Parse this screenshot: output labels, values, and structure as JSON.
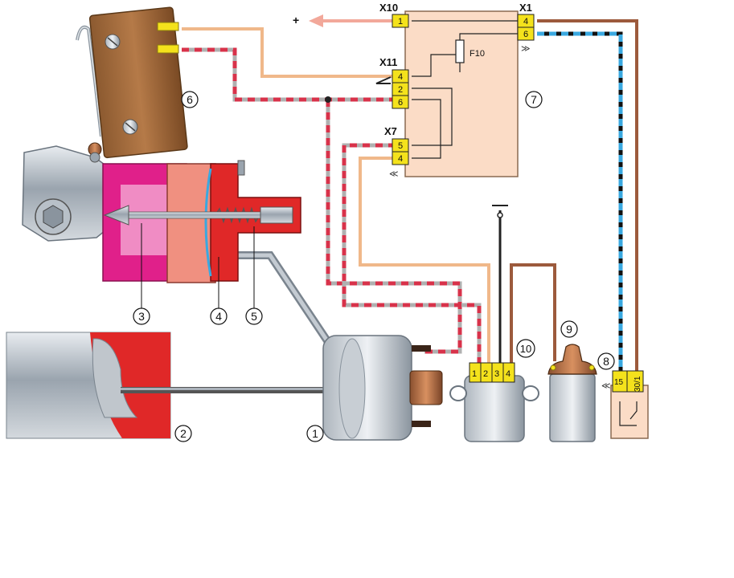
{
  "connectors": {
    "x10": {
      "title": "X10",
      "pins": [
        "1"
      ]
    },
    "x1": {
      "title": "X1",
      "pins": [
        "4",
        "6"
      ]
    },
    "x11": {
      "title": "X11",
      "pins": [
        "4",
        "2",
        "6"
      ]
    },
    "x7": {
      "title": "X7",
      "pins": [
        "5",
        "4"
      ]
    }
  },
  "fuse": {
    "label": "F10"
  },
  "plus_label": "+",
  "switch10_pins": [
    "1",
    "2",
    "3",
    "4"
  ],
  "switch8_pins": [
    "15",
    "30/1"
  ],
  "callouts": [
    "1",
    "2",
    "3",
    "4",
    "5",
    "6",
    "7",
    "8",
    "9",
    "10"
  ],
  "colors": {
    "orange_wire": "#f0b88a",
    "red_dash": "#d8324a",
    "gray_dash": "#b0b0b0",
    "brown_wire": "#9c5a3c",
    "blue_dash": "#3aa8e0",
    "black_wire": "#222222",
    "unit_fill": "#fbdcc6",
    "pin_fill": "#f4e21c",
    "magenta": "#e0208a",
    "salmon": "#f09080",
    "red_housing": "#e02828"
  }
}
